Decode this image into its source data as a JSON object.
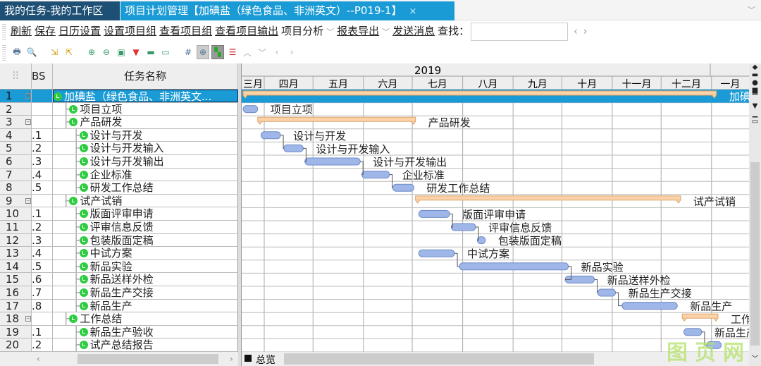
{
  "tabs": [
    {
      "label": "我的任务-我的工作区",
      "active": false
    },
    {
      "label": "项目计划管理【加碘盐（绿色食品、非洲英文）--P019-1】",
      "active": true,
      "close": "×"
    }
  ],
  "menu": {
    "items": [
      "刷新",
      "保存",
      "日历设置",
      "设置项目组",
      "查看项目组",
      "查看项目输出"
    ],
    "analysis": "项目分析",
    "export": "报表导出",
    "send": "发送消息",
    "find_label": "查找：",
    "search_value": "",
    "prev": "‹",
    "next": "›"
  },
  "toolbar_icons": [
    "print-icon",
    "print-preview-icon",
    "indent-icon",
    "outdent-icon",
    "zoom-in-icon",
    "zoom-out-icon",
    "zoom-fit-icon",
    "filter-icon",
    "expand-icon",
    "collapse-icon",
    "grid-icon",
    "target-icon",
    "gantt-view-icon",
    "critical-path-icon",
    "up-icon",
    "down-icon",
    "left-icon",
    "right-icon"
  ],
  "grid": {
    "headers": {
      "row": "",
      "bs": "BS",
      "name": "任务名称"
    },
    "rows": [
      {
        "n": "1",
        "bs": "",
        "name": "加碘盐（绿色食品、非洲英文...",
        "level": 0,
        "expand": true,
        "summary": true,
        "start": "2019-03-19",
        "end": "2020-01-04",
        "chart_label": "加碘",
        "selected": true
      },
      {
        "n": "2",
        "bs": "",
        "name": "项目立项",
        "level": 1,
        "start": "2019-03-19",
        "end": "2019-03-28"
      },
      {
        "n": "3",
        "bs": "",
        "name": "产品研发",
        "level": 1,
        "expand": true,
        "summary": true,
        "start": "2019-03-28",
        "end": "2019-07-03"
      },
      {
        "n": "4",
        "bs": ".1",
        "name": "设计与开发",
        "level": 2,
        "start": "2019-03-30",
        "end": "2019-04-11"
      },
      {
        "n": "5",
        "bs": ".2",
        "name": "设计与开发输入",
        "level": 2,
        "start": "2019-04-13",
        "end": "2019-04-25",
        "pred": 4
      },
      {
        "n": "6",
        "bs": ".3",
        "name": "设计与开发输出",
        "level": 2,
        "start": "2019-04-26",
        "end": "2019-05-30",
        "pred": 5
      },
      {
        "n": "7",
        "bs": ".4",
        "name": "企业标准",
        "level": 2,
        "start": "2019-05-31",
        "end": "2019-06-17",
        "pred": 6
      },
      {
        "n": "8",
        "bs": ".5",
        "name": "研发工作总结",
        "level": 2,
        "start": "2019-06-19",
        "end": "2019-07-02",
        "pred": 7
      },
      {
        "n": "9",
        "bs": "",
        "name": "试产试销",
        "level": 1,
        "expand": true,
        "summary": true,
        "start": "2019-07-03",
        "end": "2019-12-13"
      },
      {
        "n": "10",
        "bs": ".1",
        "name": "版面评审申请",
        "level": 2,
        "start": "2019-07-05",
        "end": "2019-07-24"
      },
      {
        "n": "11",
        "bs": ".2",
        "name": "评审信息反馈",
        "level": 2,
        "start": "2019-07-25",
        "end": "2019-08-09",
        "pred": 10
      },
      {
        "n": "12",
        "bs": ".3",
        "name": "包装版面定稿",
        "level": 2,
        "start": "2019-08-10",
        "end": "2019-08-15",
        "pred": 11
      },
      {
        "n": "13",
        "bs": ".4",
        "name": "中试方案",
        "level": 2,
        "start": "2019-07-05",
        "end": "2019-07-27"
      },
      {
        "n": "14",
        "bs": ".5",
        "name": "新品实验",
        "level": 2,
        "start": "2019-07-30",
        "end": "2019-10-05",
        "pred": 13
      },
      {
        "n": "15",
        "bs": ".6",
        "name": "新品送样外检",
        "level": 2,
        "start": "2019-10-03",
        "end": "2019-10-21",
        "pred": 14
      },
      {
        "n": "16",
        "bs": ".7",
        "name": "新品生产交接",
        "level": 2,
        "start": "2019-10-23",
        "end": "2019-11-03",
        "pred": 15
      },
      {
        "n": "17",
        "bs": ".8",
        "name": "新品生产",
        "level": 2,
        "start": "2019-11-07",
        "end": "2019-12-11",
        "pred": 16
      },
      {
        "n": "18",
        "bs": "",
        "name": "工作总结",
        "level": 1,
        "expand": true,
        "summary": true,
        "start": "2019-12-14",
        "end": "2020-01-05",
        "chart_label": "工作"
      },
      {
        "n": "19",
        "bs": ".1",
        "name": "新品生产验收",
        "level": 2,
        "start": "2019-12-15",
        "end": "2019-12-26",
        "chart_label": "新品生产"
      },
      {
        "n": "20",
        "bs": ".2",
        "name": "试产总结报告",
        "level": 2,
        "start": "2019-12-29",
        "end": "2020-01-07",
        "pred": 19,
        "chart_label": ""
      }
    ]
  },
  "gantt": {
    "year": "2019",
    "months": [
      "三月",
      "四月",
      "五月",
      "六月",
      "七月",
      "八月",
      "九月",
      "十月",
      "十一月",
      "十二月",
      "一月"
    ],
    "overview_label": "总览",
    "colors": {
      "task": "#9fb6e8",
      "summary": "#fcd3a8",
      "selected": "#1a9bd6"
    }
  },
  "watermark": "图页网"
}
